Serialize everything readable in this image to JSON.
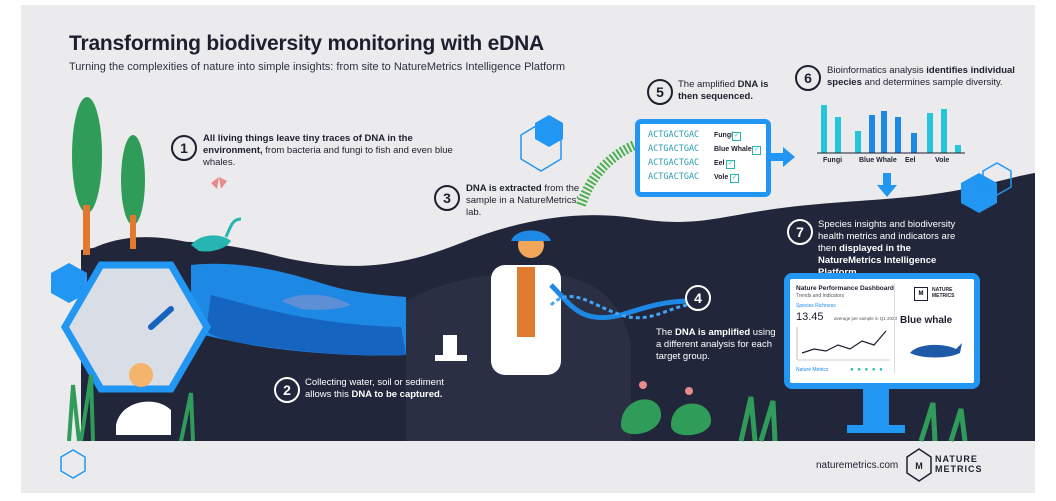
{
  "header": {
    "title": "Transforming biodiversity monitoring with eDNA",
    "subtitle": "Turning the complexities of nature into simple insights: from site to NatureMetrics Intelligence Platform"
  },
  "steps": [
    {
      "number": "1",
      "text_bold": "All living things leave tiny traces of DNA in the environment,",
      "text_rest": " from bacteria and fungi to fish and even blue whales."
    },
    {
      "number": "2",
      "text_pre": "Collecting water, soil or sediment allows this ",
      "text_bold": "DNA to be captured."
    },
    {
      "number": "3",
      "text_bold": "DNA is extracted",
      "text_rest": " from the sample in a NatureMetrics' lab."
    },
    {
      "number": "4",
      "text_pre": "The ",
      "text_bold": "DNA is amplified",
      "text_rest": " using a different analysis for each target group."
    },
    {
      "number": "5",
      "text_pre": "The amplified ",
      "text_bold": "DNA is then sequenced."
    },
    {
      "number": "6",
      "text_pre": "Bioinformatics analysis ",
      "text_bold": "identifies individual species",
      "text_rest": " and determines sample diversity."
    },
    {
      "number": "7",
      "text_pre": "Species insights and biodiversity health metrics and indicators are then ",
      "text_bold": "displayed in the NatureMetrics Intelligence Platform."
    }
  ],
  "sequencer": {
    "rows": [
      {
        "seq": "ACTGACTGAC",
        "label": "Fungi"
      },
      {
        "seq": "ACTGACTGAC",
        "label": "Blue Whale"
      },
      {
        "seq": "ACTGACTGAC",
        "label": "Eel"
      },
      {
        "seq": "ACTGACTGAC",
        "label": "Vole"
      }
    ]
  },
  "species_chart": {
    "labels": [
      "Fungi",
      "Blue Whale",
      "Eel",
      "Vole"
    ]
  },
  "dashboard": {
    "title": "Nature Performance Dashboard",
    "subtitle": "Trends and Indicators",
    "metric_label": "Species Richness",
    "metric_value": "13.45",
    "metric_note": "average per sample in Q1 2023",
    "brand": "Nature Metrics",
    "species": "Blue whale",
    "logo_text": "NATURE METRICS"
  },
  "footer": {
    "url": "naturemetrics.com",
    "logo_line1": "NATURE",
    "logo_line2": "METRICS"
  },
  "colors": {
    "dark": "#22263a",
    "blue": "#2196f3",
    "teal": "#26b5b0",
    "green": "#2f9c5a",
    "bg": "#ebebed"
  }
}
